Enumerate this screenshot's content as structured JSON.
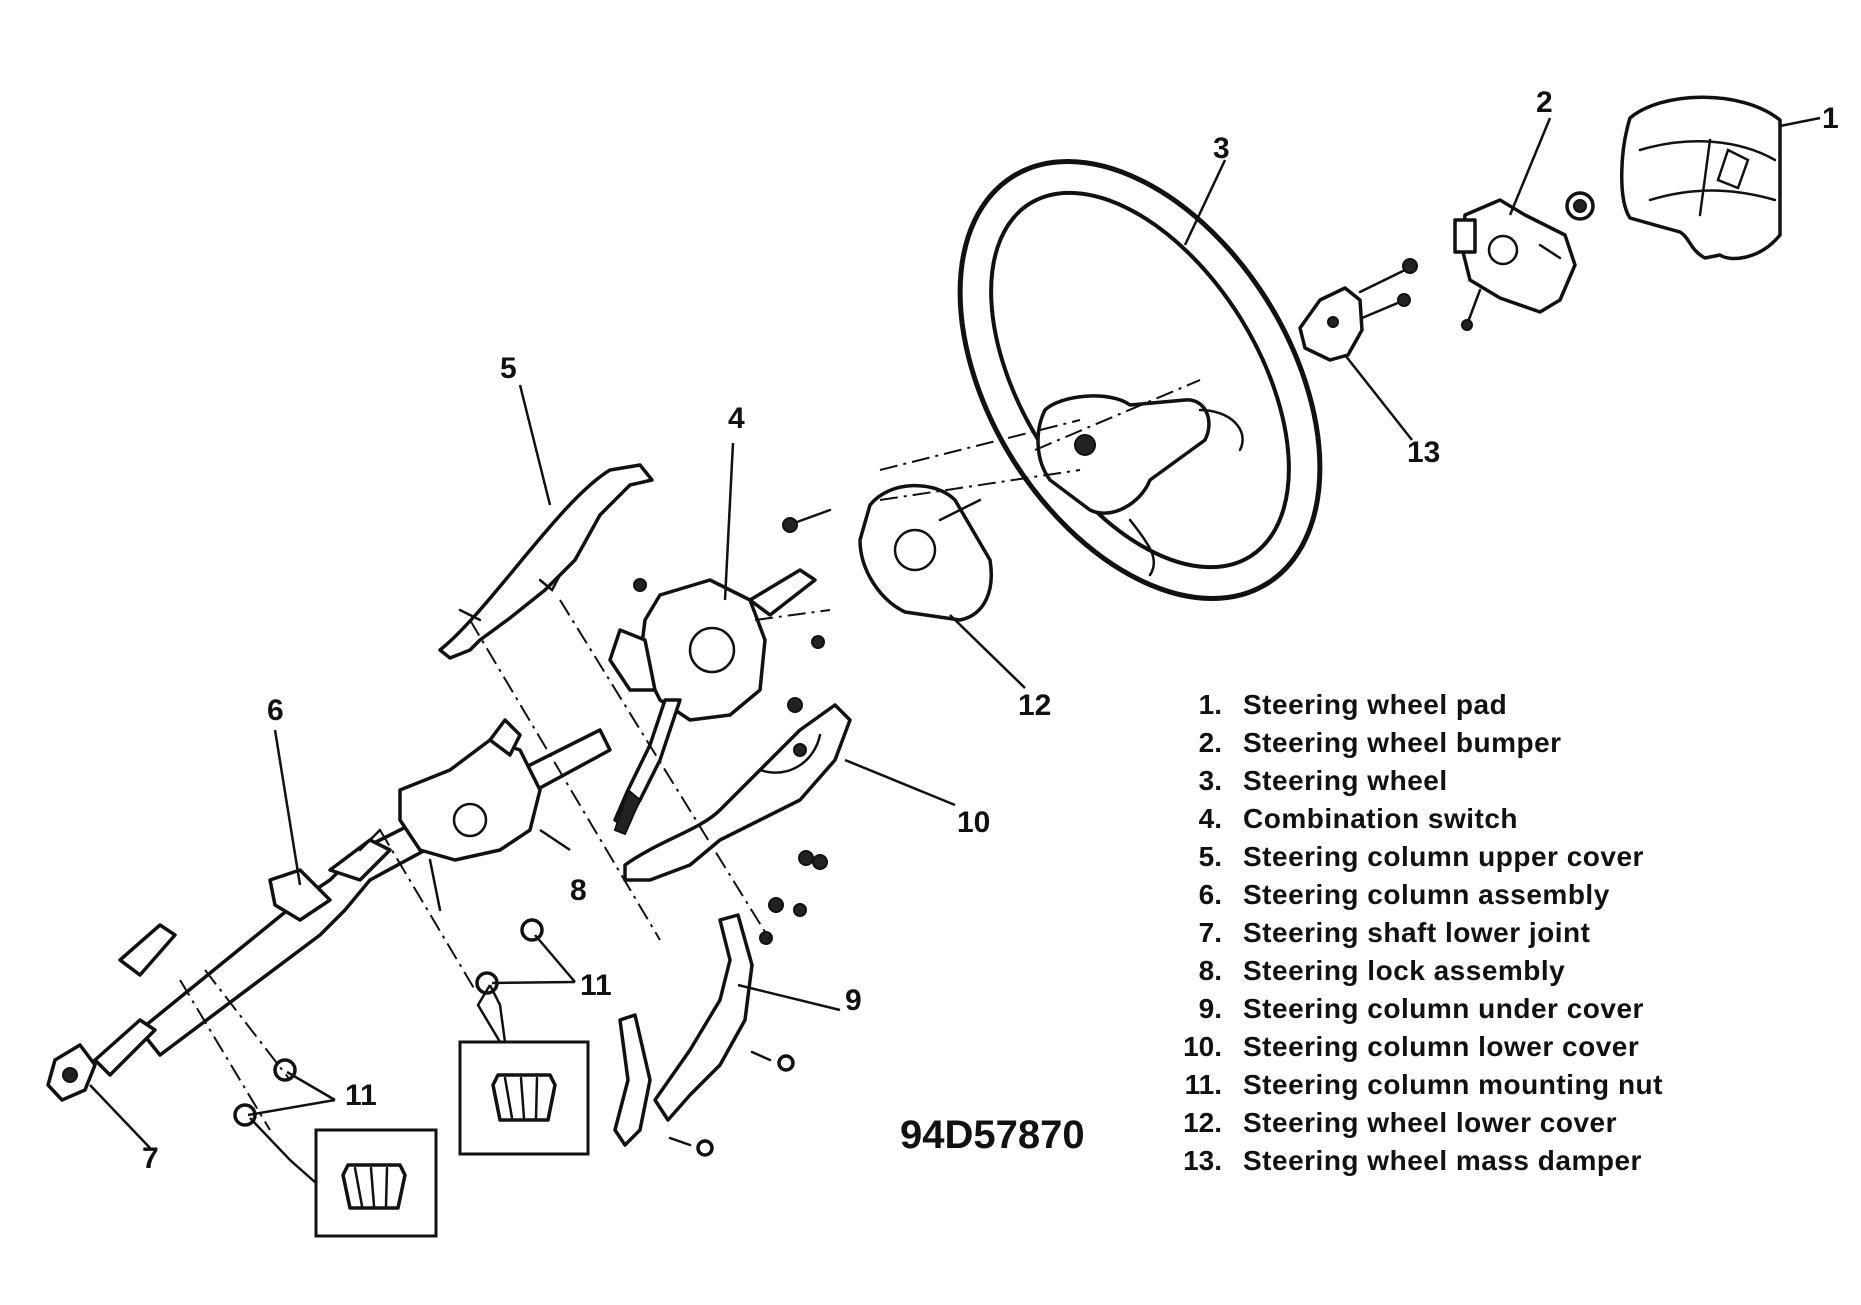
{
  "diagram": {
    "code": "94D57870",
    "callouts": [
      "1",
      "2",
      "3",
      "4",
      "5",
      "6",
      "7",
      "8",
      "9",
      "10",
      "11",
      "12",
      "13"
    ],
    "legend": [
      {
        "num": "1.",
        "text": "Steering wheel pad"
      },
      {
        "num": "2.",
        "text": "Steering wheel bumper"
      },
      {
        "num": "3.",
        "text": "Steering wheel"
      },
      {
        "num": "4.",
        "text": "Combination switch"
      },
      {
        "num": "5.",
        "text": "Steering column upper cover"
      },
      {
        "num": "6.",
        "text": "Steering column assembly"
      },
      {
        "num": "7.",
        "text": "Steering shaft lower joint"
      },
      {
        "num": "8.",
        "text": "Steering lock assembly"
      },
      {
        "num": "9.",
        "text": "Steering column under cover"
      },
      {
        "num": "10.",
        "text": "Steering column lower cover"
      },
      {
        "num": "11.",
        "text": "Steering column mounting nut"
      },
      {
        "num": "12.",
        "text": "Steering wheel lower cover"
      },
      {
        "num": "13.",
        "text": "Steering wheel mass damper"
      }
    ]
  }
}
